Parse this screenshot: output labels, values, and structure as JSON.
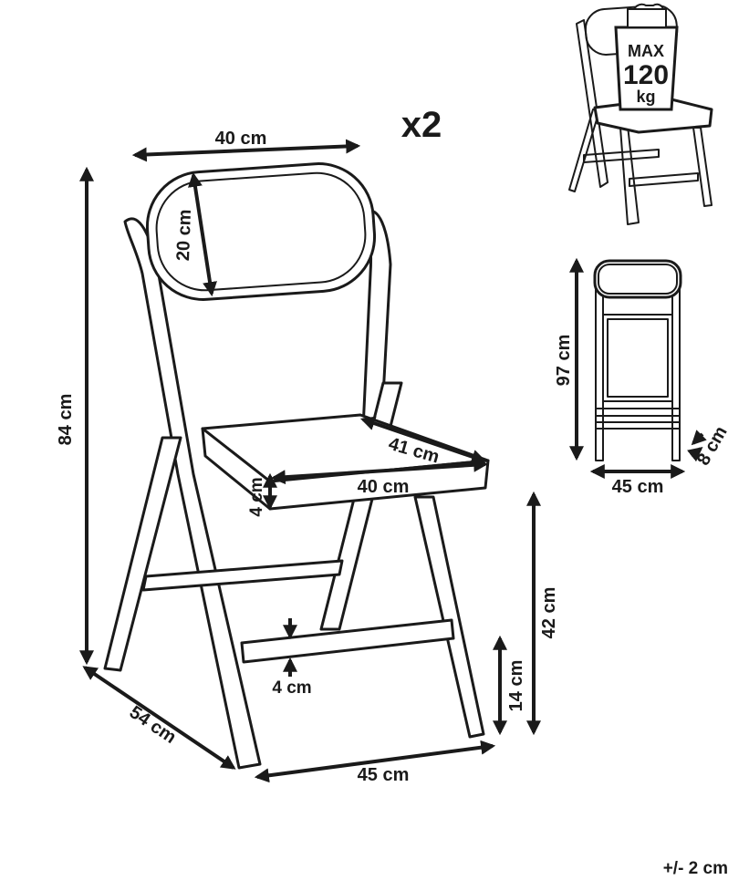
{
  "quantity": "x2",
  "tolerance": "+/- 2 cm",
  "capacity": {
    "line1": "MAX",
    "line2": "120",
    "line3": "kg"
  },
  "dimensions": {
    "backrest_width": "40 cm",
    "backrest_height": "20 cm",
    "total_height": "84 cm",
    "seat_depth": "41 cm",
    "seat_width": "40 cm",
    "seat_thickness": "4 cm",
    "seat_height": "42 cm",
    "depth": "54 cm",
    "base_width": "45 cm",
    "stretcher_height": "14 cm",
    "stretcher_thickness": "4 cm",
    "folded_height": "97 cm",
    "folded_width": "45 cm",
    "folded_depth": "8 cm"
  }
}
